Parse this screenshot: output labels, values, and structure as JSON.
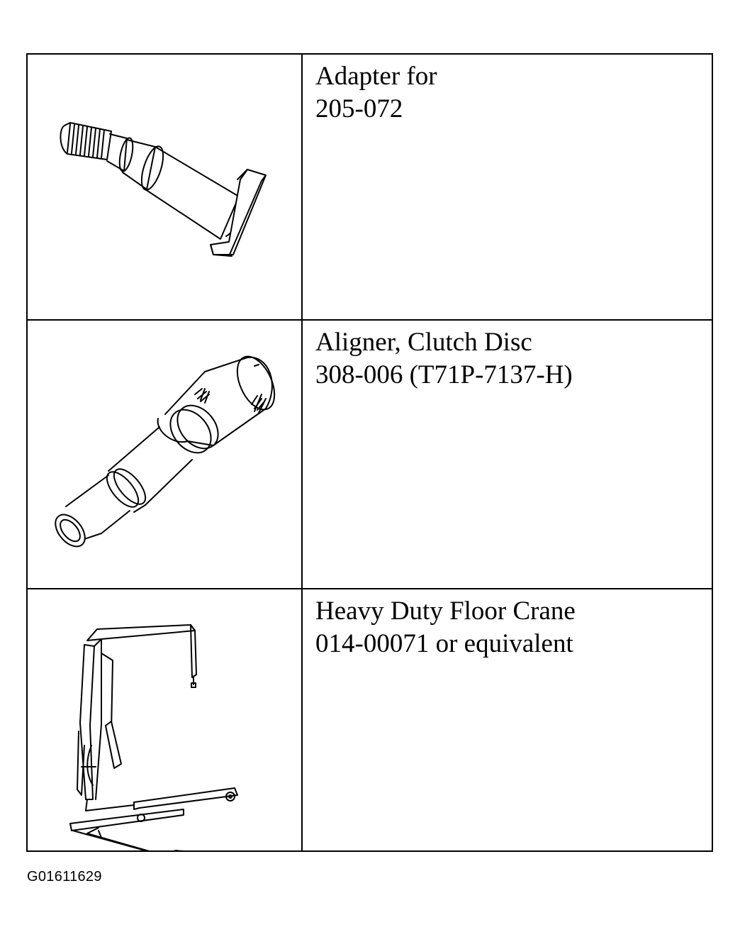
{
  "tools": [
    {
      "name_line": "Adapter for",
      "number_line": "205-072",
      "illustration": "adapter-illustration"
    },
    {
      "name_line": "Aligner, Clutch Disc",
      "number_line": "308-006 (T71P-7137-H)",
      "illustration": "clutch-aligner-illustration"
    },
    {
      "name_line": "Heavy Duty Floor Crane",
      "number_line": "014-00071 or equivalent",
      "illustration": "floor-crane-illustration"
    }
  ],
  "figure_id": "G01611629"
}
